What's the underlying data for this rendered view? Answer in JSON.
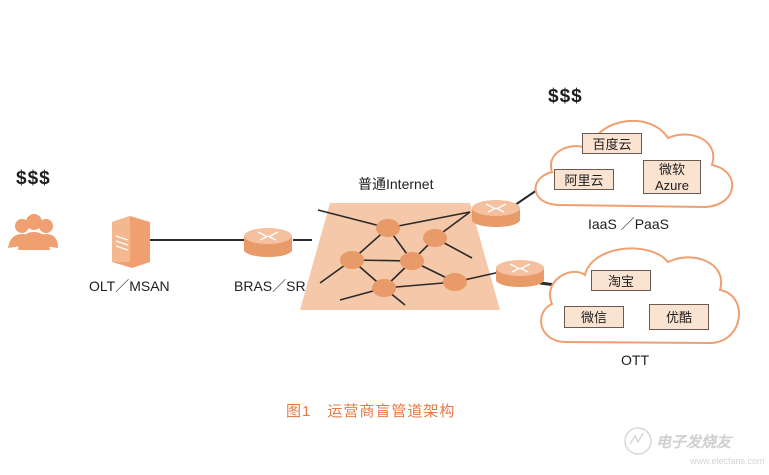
{
  "money": {
    "cloud": "$$$",
    "user": "$$$"
  },
  "labels": {
    "olt": "OLT／MSAN",
    "bras": "BRAS／SR",
    "internet": "普通Internet",
    "iaas": "IaaS ／PaaS",
    "ott": "OTT"
  },
  "iaas_cloud": {
    "baidu": "百度云",
    "aliyun": "阿里云",
    "ms_line1": "微软",
    "ms_line2": "Azure"
  },
  "ott_cloud": {
    "taobao": "淘宝",
    "wechat": "微信",
    "youku": "优酷"
  },
  "caption": "图1　运营商盲管道架构",
  "watermark": {
    "text": "电子发烧友",
    "url": "www.elecfans.com"
  },
  "colors": {
    "accent": "#f0a070",
    "internet_fill": "#f4c8a8",
    "node": "#e89a68",
    "box": "#fbe3d2",
    "caption": "#e1794a"
  }
}
